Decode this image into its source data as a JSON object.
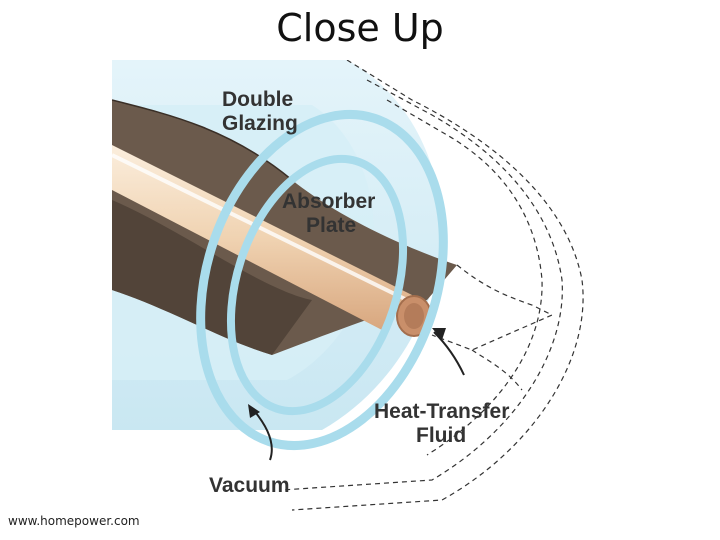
{
  "slide": {
    "title": "Close Up",
    "source": "www.homepower.com"
  },
  "diagram": {
    "labels": {
      "double_glazing": [
        "Double",
        "Glazing"
      ],
      "absorber_plate": [
        "Absorber",
        "Plate"
      ],
      "heat_transfer_fluid": [
        "Heat-Transfer",
        "Fluid"
      ],
      "vacuum": "Vacuum"
    },
    "colors": {
      "glass": "#cfeaf4",
      "glass_ring": "#a9dcec",
      "absorber": "#6b5a4c",
      "absorber_dark": "#4a3d33",
      "pipe": "#f1d9bf",
      "pipe_end": "#c98f6a"
    }
  }
}
